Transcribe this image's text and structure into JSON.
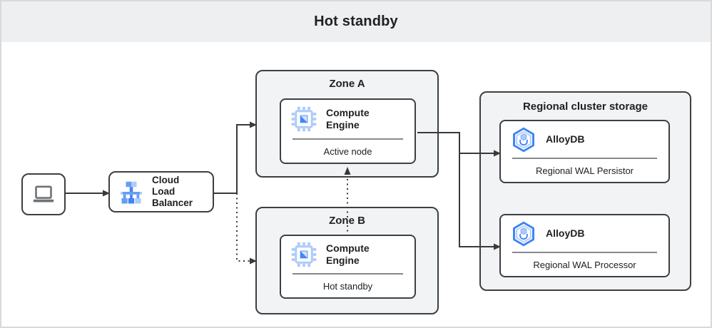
{
  "header": {
    "title": "Hot standby"
  },
  "colors": {
    "header_band": "#edeff1",
    "zone_fill": "#f1f3f4",
    "box_border": "#3c4043",
    "arrow": "#37393b",
    "divider": "#85898d",
    "blue_dark": "#4285f4",
    "blue_mid": "#669df6",
    "blue_light": "#aecbfa",
    "laptop_gray": "#707376"
  },
  "nodes": {
    "client": {
      "icon": "laptop-icon"
    },
    "load_balancer": {
      "icon": "load-balancer-icon",
      "label": "Cloud\nLoad\nBalancer"
    },
    "zone_a": {
      "title": "Zone A",
      "card": {
        "icon": "compute-engine-icon",
        "label": "Compute\nEngine",
        "sublabel": "Active node"
      }
    },
    "zone_b": {
      "title": "Zone B",
      "card": {
        "icon": "compute-engine-icon",
        "label": "Compute\nEngine",
        "sublabel": "Hot standby"
      }
    },
    "regional": {
      "title": "Regional cluster storage",
      "cards": [
        {
          "icon": "alloydb-icon",
          "label": "AlloyDB",
          "sublabel": "Regional WAL Persistor"
        },
        {
          "icon": "alloydb-icon",
          "label": "AlloyDB",
          "sublabel": "Regional WAL Processor"
        }
      ]
    }
  }
}
